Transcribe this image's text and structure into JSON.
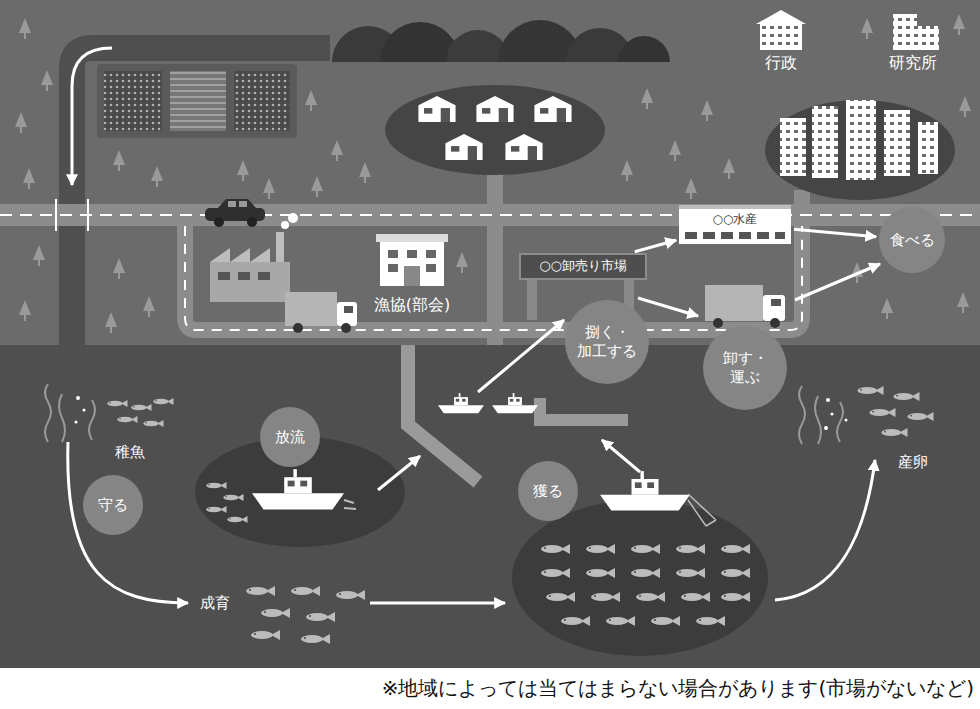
{
  "diagram": {
    "nodes": [
      {
        "text": [
          "食べる"
        ]
      },
      {
        "text": [
          "○○水産"
        ]
      },
      {
        "text": [
          "○○卸売り市場"
        ]
      },
      {
        "text": [
          "捌く・ 加工する"
        ]
      },
      {
        "text": [
          "卸す・ 運ぶ"
        ]
      },
      {
        "text": [
          "放流"
        ]
      },
      {
        "text": [
          "獲る"
        ]
      },
      {
        "text": [
          "守る"
        ]
      }
    ],
    "edges": [
      {
        "from": 2,
        "to": 1,
        "arrow": "to"
      },
      {
        "from": 1,
        "to": 0,
        "arrow": "to"
      }
    ],
    "labels": [
      "行政",
      "研究所",
      "漁協(部会)",
      "稚魚",
      "成育",
      "産卵",
      "※地域によっては当てはまらない場合があります(市場がないなど)"
    ]
  }
}
